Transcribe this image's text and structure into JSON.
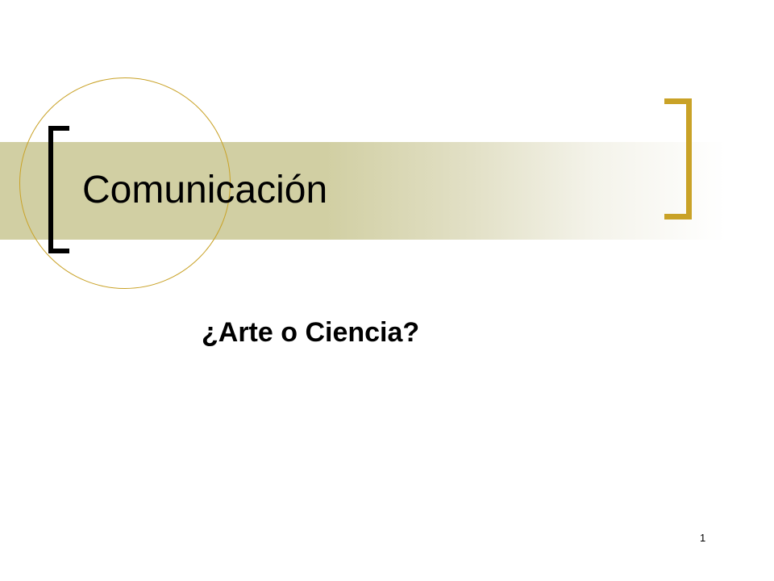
{
  "slide": {
    "title": "Comunicación",
    "subtitle": "¿Arte o Ciencia?",
    "page_number": "1"
  },
  "colors": {
    "band": "#d1cfa3",
    "accent_gold": "#c9a227",
    "bracket_dark": "#000000",
    "text": "#000000",
    "background": "#ffffff"
  }
}
